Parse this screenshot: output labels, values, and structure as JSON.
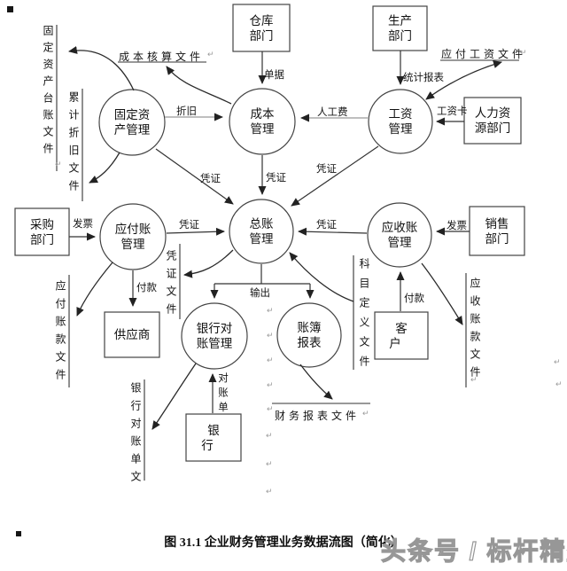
{
  "figure": {
    "caption": "图 31.1  企业财务管理业务数据流图（简化）",
    "watermark": "头条号 / 标杆精益",
    "pilcrow": "↵",
    "colors": {
      "ink": "#111111",
      "line": "#333333",
      "light_line": "#999999",
      "watermark": "#979797"
    }
  },
  "processes": {
    "fixed_assets": "固定资\n产管理",
    "cost": "成本\n管理",
    "payroll": "工资\n管理",
    "payable": "应付账\n管理",
    "ledger": "总账\n管理",
    "receivable": "应收账\n管理",
    "bank_recon": "银行对\n账管理",
    "books": "账簿\n报表"
  },
  "entities": {
    "warehouse": "仓库\n部门",
    "production": "生产\n部门",
    "hr": "人力资\n源部门",
    "purchasing": "采购\n部门",
    "sales": "销售\n部门",
    "supplier": "供应商",
    "customer": "客户",
    "bank": "银行"
  },
  "stores": {
    "fixed_asset_ledger_file": "固定资产台账文件",
    "accum_depreciation_file": "累计折旧文件",
    "cost_accounting_file": "成本核算文件",
    "wages_payable_file": "应付工资文件",
    "voucher_file": "凭证文件",
    "payable_file": "应付账款文件",
    "subject_definition_file": "科目定义文件",
    "receivable_file": "应收账款文件",
    "bank_statement_file": "银行对账单文",
    "financial_report_file": "财务报表文件"
  },
  "flows": {
    "receipt_doc": "单据",
    "depreciation": "折旧",
    "labor_cost": "人工费",
    "stats_report": "统计报表",
    "wage_card": "工资卡",
    "voucher": "凭证",
    "invoice": "发票",
    "payment": "付款",
    "output": "输出",
    "statement": "对账单"
  }
}
